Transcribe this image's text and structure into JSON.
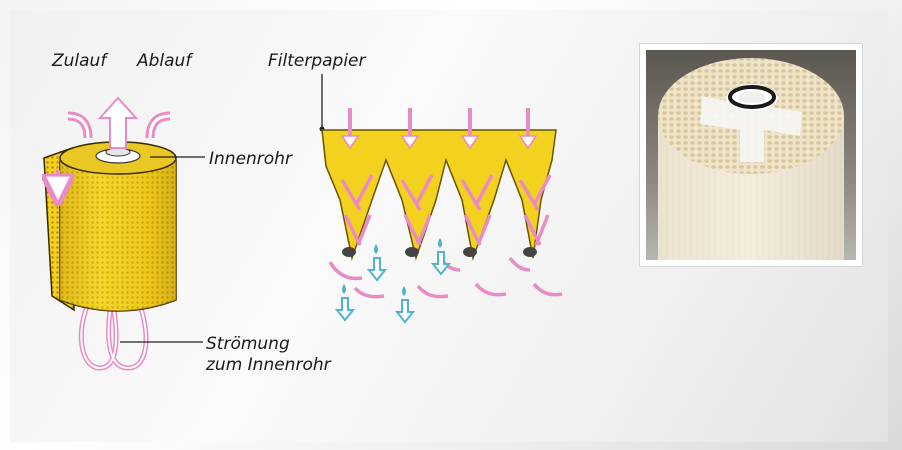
{
  "labels": {
    "zulauf": "Zulauf",
    "ablauf": "Ablauf",
    "filterpapier": "Filterpapier",
    "innenrohr": "Innenrohr",
    "stroemung_line1": "Strömung",
    "stroemung_line2": "zum Innenrohr"
  },
  "colors": {
    "filter_yellow": "#f2d21f",
    "filter_shadow": "#c79a12",
    "inflow_pink": "#e98bc6",
    "permeate_blue": "#4fb3cf",
    "outline": "#222222"
  },
  "icons": {
    "filter_cartridge": "spiral-wound-filter-illustration",
    "pleat_section": "filter-paper-pleats-illustration",
    "photo": "spiral-wound-membrane-photo"
  }
}
